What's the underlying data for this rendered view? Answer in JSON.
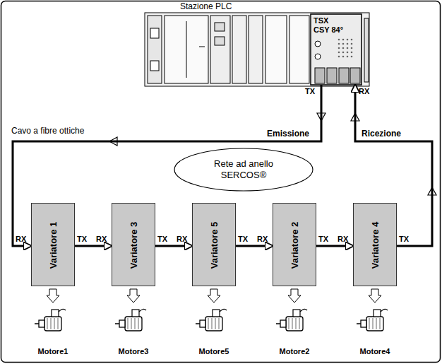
{
  "diagram": {
    "nodes": [
      {
        "text": [
          "Stazione PLC"
        ]
      },
      {
        "text": [
          "TSX CSY 84°"
        ],
        "in": 0
      },
      {
        "text": [
          "Rete ad anello SERCOS®"
        ]
      },
      {
        "text": [
          "Variatore 1"
        ]
      },
      {
        "text": [
          "Variatore 3"
        ]
      },
      {
        "text": [
          "Variatore 5"
        ]
      },
      {
        "text": [
          "Variatore 2"
        ]
      },
      {
        "text": [
          "Variatore 4"
        ]
      }
    ],
    "edges": [
      {
        "from": 1,
        "to": 3,
        "arrow": "to",
        "label": "Cavo a fibre ottiche"
      },
      {
        "from": 3,
        "to": 4,
        "arrow": "to"
      },
      {
        "from": 4,
        "to": 5,
        "arrow": "to"
      },
      {
        "from": 5,
        "to": 6,
        "arrow": "to"
      },
      {
        "from": 6,
        "to": 7,
        "arrow": "to"
      },
      {
        "from": 7,
        "to": 1,
        "arrow": "to"
      }
    ],
    "labels": [
      "TX",
      "RX",
      "Emissione",
      "Ricezione",
      "RX",
      "TX",
      "RX",
      "TX",
      "RX",
      "TX",
      "RX",
      "TX",
      "RX",
      "TX",
      "Motore1",
      "Motore3",
      "Motore5",
      "Motore2",
      "Motore4"
    ]
  }
}
